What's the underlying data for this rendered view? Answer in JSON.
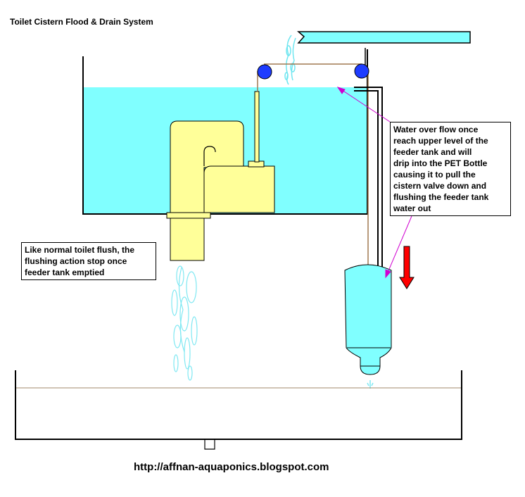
{
  "title": "Toilet Cistern Flood & Drain System",
  "callout_overflow": {
    "lines": [
      "Water over flow once",
      "reach upper level of the",
      "feeder tank and will",
      "drip into the PET Bottle",
      "causing it to pull the",
      "cistern valve down and",
      "flushing the feeder tank",
      "water out"
    ]
  },
  "callout_flush": {
    "lines": [
      "Like normal toilet flush, the",
      "flushing action stop once",
      "feeder tank emptied"
    ]
  },
  "url": "http://affnan-aquaponics.blogspot.com",
  "colors": {
    "water": "#80ffff",
    "valve": "#ffff99",
    "pulley": "#1e3cff",
    "arrow": "#ff0000",
    "pointer": "#d000d0",
    "rope": "#a07850"
  }
}
